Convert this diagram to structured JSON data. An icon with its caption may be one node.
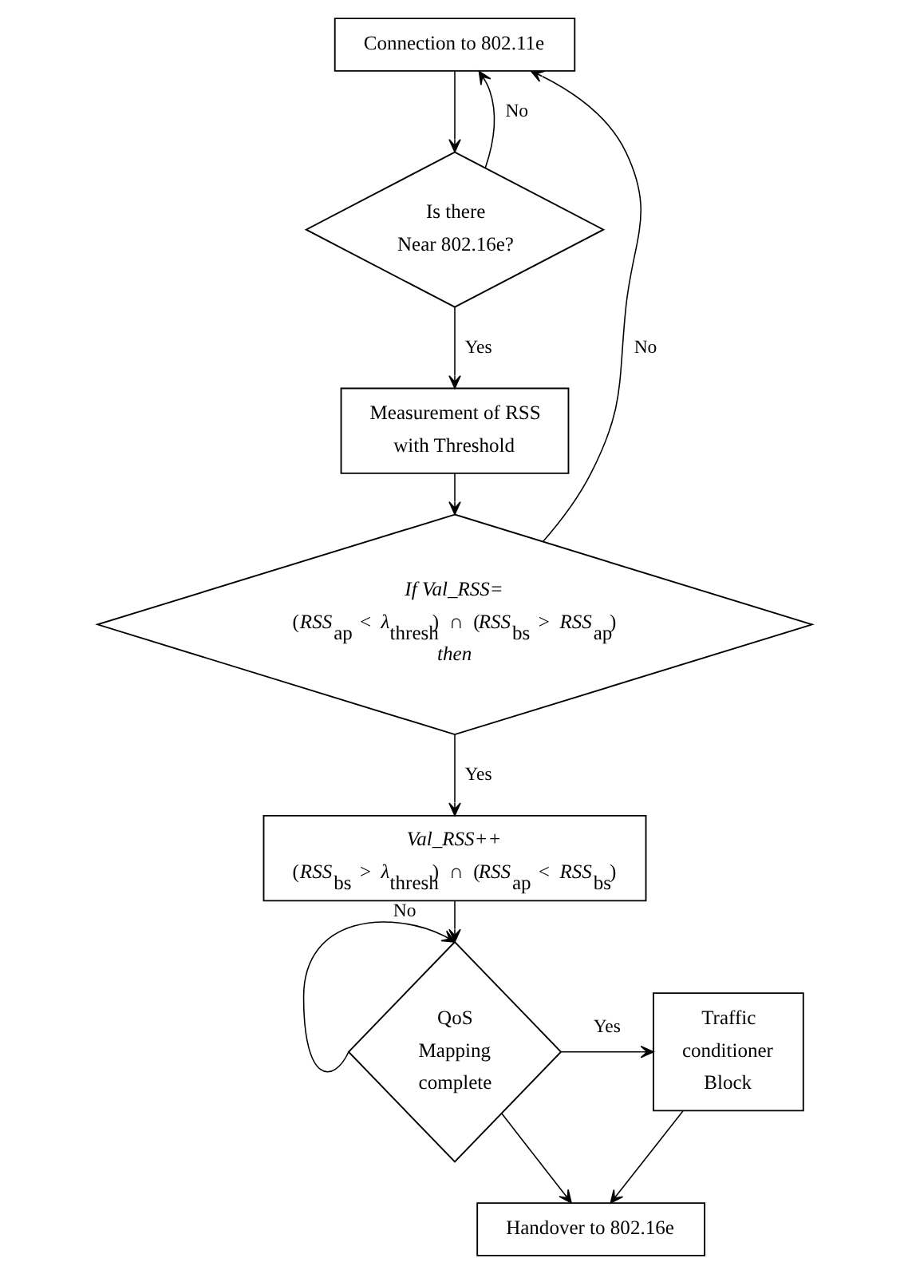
{
  "diagram": {
    "nodes": [
      {
        "text": [
          "Connection to 802.11e"
        ]
      },
      {
        "text": [
          "Is there Near 802.16e?"
        ]
      },
      {
        "text": [
          "Measurement of RSS with Threshold"
        ]
      },
      {
        "text": [
          "*If Val_RSS=*",
          "(*RSS*$_{ap}$ < *λ*$_{thresh}$) ∩ (*RSS*$_{bs}$ > *RSS*$_{ap}$)",
          "*then*"
        ]
      },
      {
        "text": [
          "*Val_RSS++*",
          "(*RSS*$_{bs}$ > *λ*$_{thresh}$) ∩ (*RSS*$_{ap}$ < *RSS*$_{bs}$)"
        ]
      },
      {
        "text": [
          "QoS Mapping complete"
        ]
      },
      {
        "text": [
          "Traffic conditioner Block"
        ]
      },
      {
        "text": [
          "Handover to 802.16e"
        ]
      }
    ],
    "edges": [
      {
        "from": 0,
        "to": 1,
        "arrow": "to"
      },
      {
        "from": 1,
        "to": 0,
        "arrow": "to",
        "label": "No"
      },
      {
        "from": 1,
        "to": 2,
        "arrow": "to",
        "label": "Yes"
      },
      {
        "from": 2,
        "to": 3,
        "arrow": "to"
      },
      {
        "from": 3,
        "to": 0,
        "arrow": "to",
        "label": "No"
      },
      {
        "from": 3,
        "to": 4,
        "arrow": "to",
        "label": "Yes"
      },
      {
        "from": 4,
        "to": 5,
        "arrow": "to"
      },
      {
        "from": 5,
        "to": 6,
        "arrow": "to",
        "label": "Yes"
      },
      {
        "from": 5,
        "to": 5,
        "arrow": "to",
        "label": "No"
      },
      {
        "from": 5,
        "to": 7,
        "arrow": "to"
      },
      {
        "from": 6,
        "to": 7,
        "arrow": "to"
      }
    ]
  }
}
